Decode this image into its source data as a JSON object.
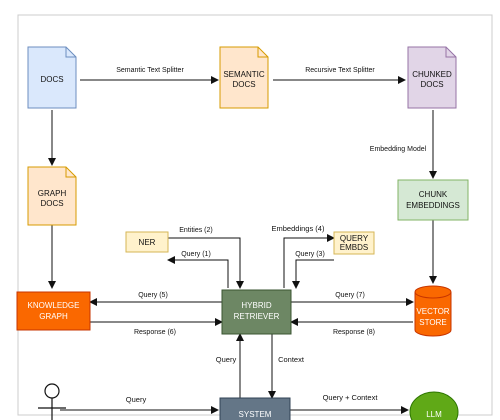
{
  "nodes": {
    "docs": {
      "label": "DOCS",
      "fill": "#dae8fc",
      "stroke": "#6c8ebf"
    },
    "semantic_docs": {
      "lines": [
        "SEMANTIC",
        "DOCS"
      ],
      "fill": "#ffe6cc",
      "stroke": "#d79b00"
    },
    "chunked_docs": {
      "lines": [
        "CHUNKED",
        "DOCS"
      ],
      "fill": "#e1d5e7",
      "stroke": "#9673a6"
    },
    "graph_docs": {
      "lines": [
        "GRAPH",
        "DOCS"
      ],
      "fill": "#ffe6cc",
      "stroke": "#d79b00"
    },
    "chunk_embeddings": {
      "lines": [
        "CHUNK",
        "EMBEDDINGS"
      ],
      "fill": "#d5e8d4",
      "stroke": "#82b366"
    },
    "ner": {
      "label": "NER",
      "fill": "#fff2cc",
      "stroke": "#d6b656"
    },
    "query_embds": {
      "lines": [
        "QUERY",
        "EMBDS"
      ],
      "fill": "#fff2cc",
      "stroke": "#d6b656"
    },
    "knowledge_graph": {
      "lines": [
        "KNOWLEDGE",
        "GRAPH"
      ],
      "fill": "#fa6800",
      "stroke": "#c73500"
    },
    "hybrid_retriever": {
      "lines": [
        "HYBRID",
        "RETRIEVER"
      ],
      "fill": "#6d8764",
      "stroke": "#3a5431"
    },
    "vector_store": {
      "lines": [
        "VECTOR",
        "STORE"
      ],
      "fill": "#fa6800",
      "stroke": "#c73500"
    },
    "system": {
      "label": "SYSTEM",
      "fill": "#647687",
      "stroke": "#314354"
    },
    "llm": {
      "label": "LLM",
      "fill": "#60a917",
      "stroke": "#2d7600"
    }
  },
  "edges": {
    "semantic_splitter": "Semantic Text Splitter",
    "recursive_splitter": "Recursive Text Splitter",
    "embedding_model": "Embedding Model",
    "entities": "Entities (2)",
    "query1": "Query (1)",
    "embeddings4": "Embeddings (4)",
    "query3": "Query (3)",
    "query5": "Query (5)",
    "response6": "Response (6)",
    "query7": "Query (7)",
    "response8": "Response (8)",
    "query_down": "Query",
    "context": "Context",
    "user_query": "Query",
    "query_context": "Query + Context"
  },
  "colors": {
    "arrow": "#111111",
    "frame": "#cccccc"
  }
}
